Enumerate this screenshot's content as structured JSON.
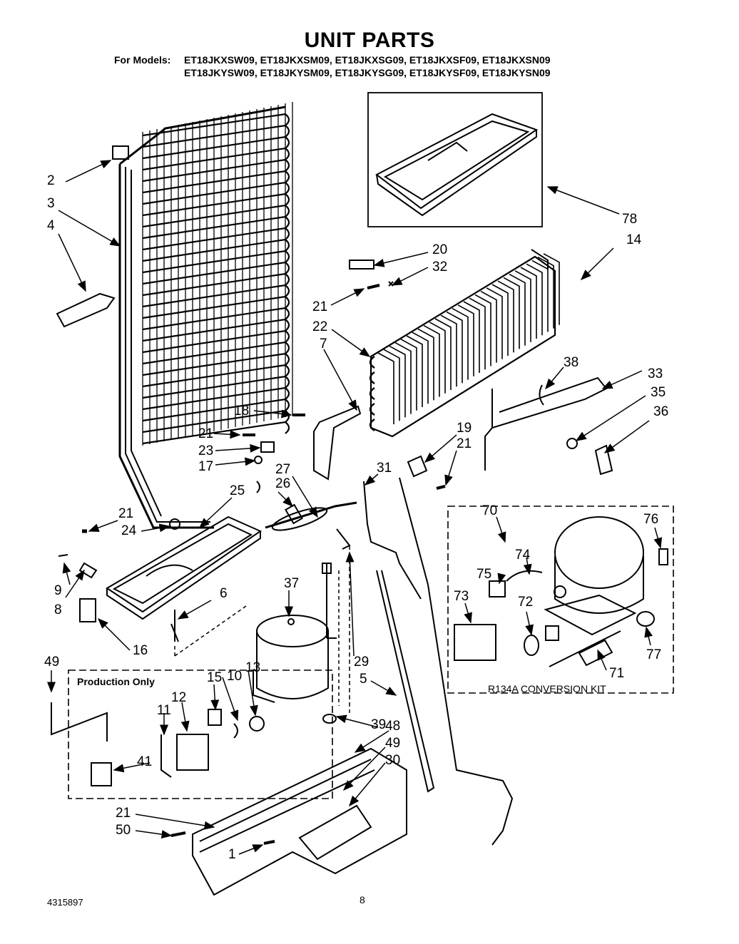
{
  "title": "UNIT PARTS",
  "models": {
    "prefix": "For Models:",
    "line1": "ET18JKXSW09, ET18JKXSM09, ET18JKXSG09, ET18JKXSF09, ET18JKXSN09",
    "line2": "ET18JKYSW09, ET18JKYSM09, ET18JKYSG09, ET18JKYSF09, ET18JKYSN09"
  },
  "box_labels": {
    "production_only": "Production Only",
    "conversion_kit": "R134A  CONVERSION  KIT"
  },
  "callouts": [
    {
      "id": "c2",
      "text": "2"
    },
    {
      "id": "c3",
      "text": "3"
    },
    {
      "id": "c4",
      "text": "4"
    },
    {
      "id": "c78",
      "text": "78"
    },
    {
      "id": "c14",
      "text": "14"
    },
    {
      "id": "c20",
      "text": "20"
    },
    {
      "id": "c32",
      "text": "32"
    },
    {
      "id": "c21a",
      "text": "21"
    },
    {
      "id": "c22",
      "text": "22"
    },
    {
      "id": "c7",
      "text": "7"
    },
    {
      "id": "c38",
      "text": "38"
    },
    {
      "id": "c33",
      "text": "33"
    },
    {
      "id": "c35",
      "text": "35"
    },
    {
      "id": "c36",
      "text": "36"
    },
    {
      "id": "c18",
      "text": "18"
    },
    {
      "id": "c19",
      "text": "19"
    },
    {
      "id": "c21b",
      "text": "21"
    },
    {
      "id": "c21c",
      "text": "21"
    },
    {
      "id": "c23",
      "text": "23"
    },
    {
      "id": "c17",
      "text": "17"
    },
    {
      "id": "c27",
      "text": "27"
    },
    {
      "id": "c26",
      "text": "26"
    },
    {
      "id": "c31",
      "text": "31"
    },
    {
      "id": "c25",
      "text": "25"
    },
    {
      "id": "c21d",
      "text": "21"
    },
    {
      "id": "c24",
      "text": "24"
    },
    {
      "id": "c70",
      "text": "70"
    },
    {
      "id": "c76",
      "text": "76"
    },
    {
      "id": "c74",
      "text": "74"
    },
    {
      "id": "c75",
      "text": "75"
    },
    {
      "id": "c9",
      "text": "9"
    },
    {
      "id": "c6",
      "text": "6"
    },
    {
      "id": "c37",
      "text": "37"
    },
    {
      "id": "c8",
      "text": "8"
    },
    {
      "id": "c73",
      "text": "73"
    },
    {
      "id": "c72",
      "text": "72"
    },
    {
      "id": "c77",
      "text": "77"
    },
    {
      "id": "c16",
      "text": "16"
    },
    {
      "id": "c71",
      "text": "71"
    },
    {
      "id": "c49a",
      "text": "49"
    },
    {
      "id": "c29",
      "text": "29"
    },
    {
      "id": "c5",
      "text": "5"
    },
    {
      "id": "c15",
      "text": "15"
    },
    {
      "id": "c10",
      "text": "10"
    },
    {
      "id": "c13",
      "text": "13"
    },
    {
      "id": "c12",
      "text": "12"
    },
    {
      "id": "c11",
      "text": "11"
    },
    {
      "id": "c39",
      "text": "39"
    },
    {
      "id": "c41",
      "text": "41"
    },
    {
      "id": "c48",
      "text": "48"
    },
    {
      "id": "c49b",
      "text": "49"
    },
    {
      "id": "c30",
      "text": "30"
    },
    {
      "id": "c21e",
      "text": "21"
    },
    {
      "id": "c50",
      "text": "50"
    },
    {
      "id": "c1",
      "text": "1"
    }
  ],
  "footer": {
    "doc_number": "4315897",
    "page_number": "8"
  }
}
